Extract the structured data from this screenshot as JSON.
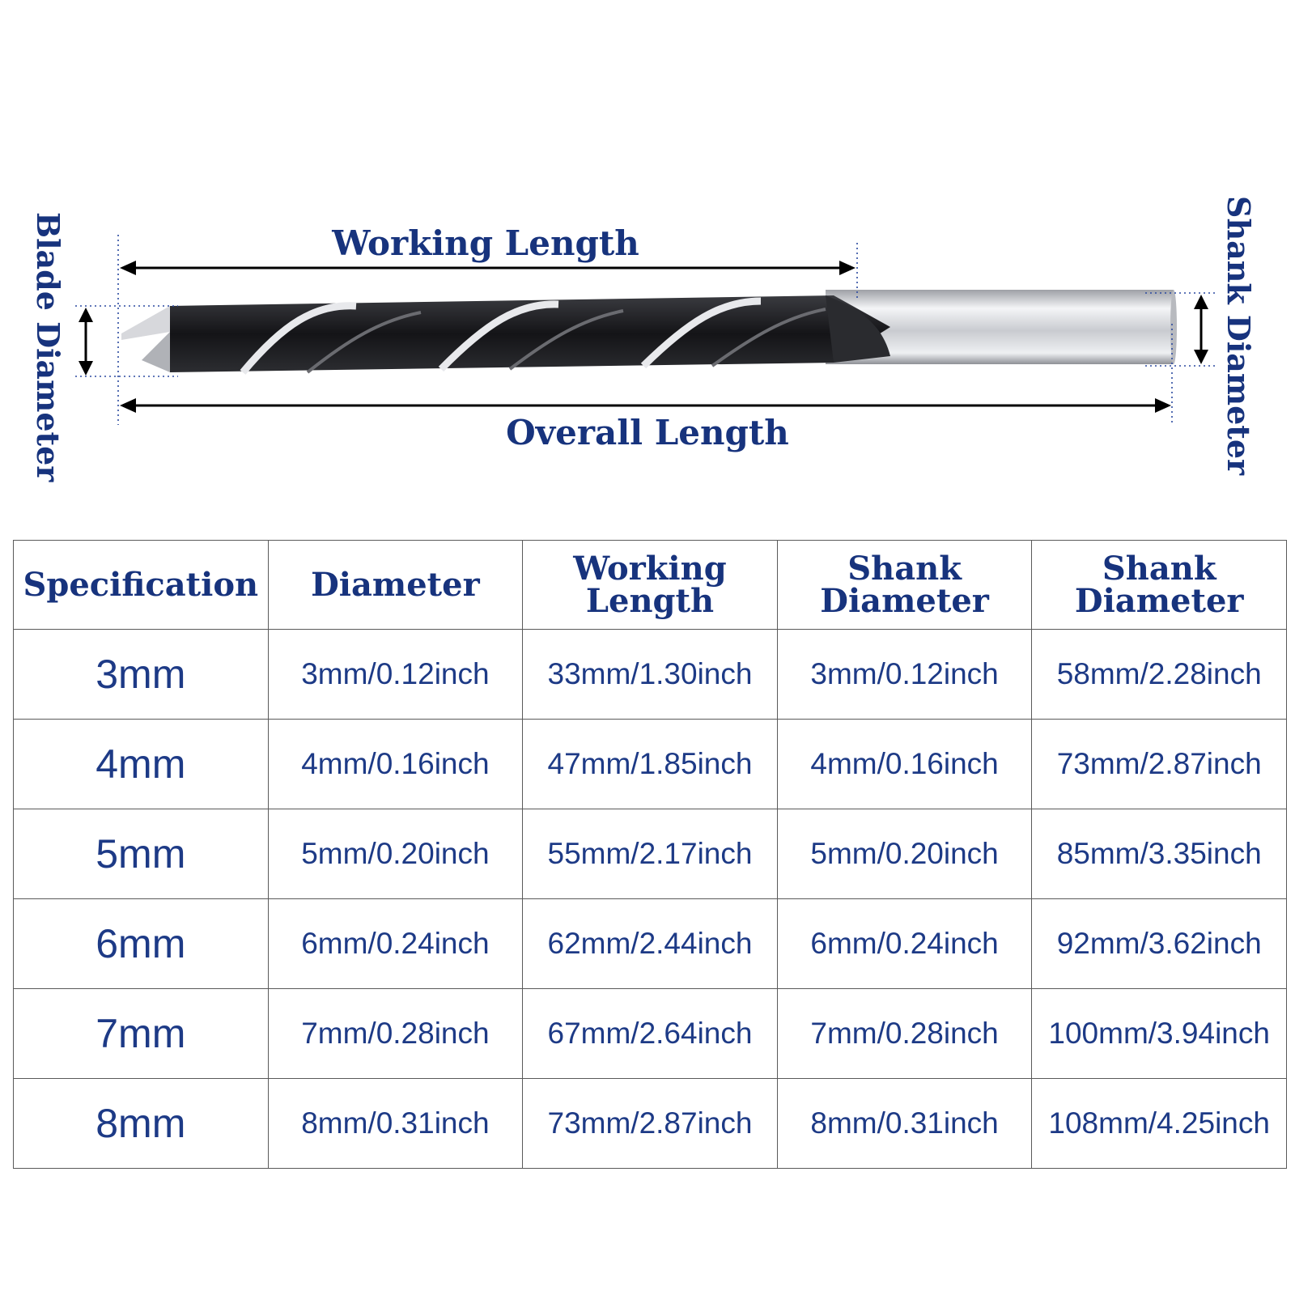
{
  "diagram": {
    "working_length_label": "Working Length",
    "overall_length_label": "Overall Length",
    "blade_diameter_label": "Blade Diameter",
    "shank_diameter_label": "Shank Diameter",
    "colors": {
      "label": "#17337d",
      "arrow": "#000000",
      "guide": "#2b4aa0",
      "bit_dark": "#1e1e22",
      "shank_light": "#d9dadd"
    }
  },
  "table": {
    "headers": [
      [
        "Specification"
      ],
      [
        "Diameter"
      ],
      [
        "Working",
        "Length"
      ],
      [
        "Shank",
        "Diameter"
      ],
      [
        "Shank",
        "Diameter"
      ]
    ],
    "rows": [
      [
        "3mm",
        "3mm/0.12inch",
        "33mm/1.30inch",
        "3mm/0.12inch",
        "58mm/2.28inch"
      ],
      [
        "4mm",
        "4mm/0.16inch",
        "47mm/1.85inch",
        "4mm/0.16inch",
        "73mm/2.87inch"
      ],
      [
        "5mm",
        "5mm/0.20inch",
        "55mm/2.17inch",
        "5mm/0.20inch",
        "85mm/3.35inch"
      ],
      [
        "6mm",
        "6mm/0.24inch",
        "62mm/2.44inch",
        "6mm/0.24inch",
        "92mm/3.62inch"
      ],
      [
        "7mm",
        "7mm/0.28inch",
        "67mm/2.64inch",
        "7mm/0.28inch",
        "100mm/3.94inch"
      ],
      [
        "8mm",
        "8mm/0.31inch",
        "73mm/2.87inch",
        "8mm/0.31inch",
        "108mm/4.25inch"
      ]
    ]
  }
}
